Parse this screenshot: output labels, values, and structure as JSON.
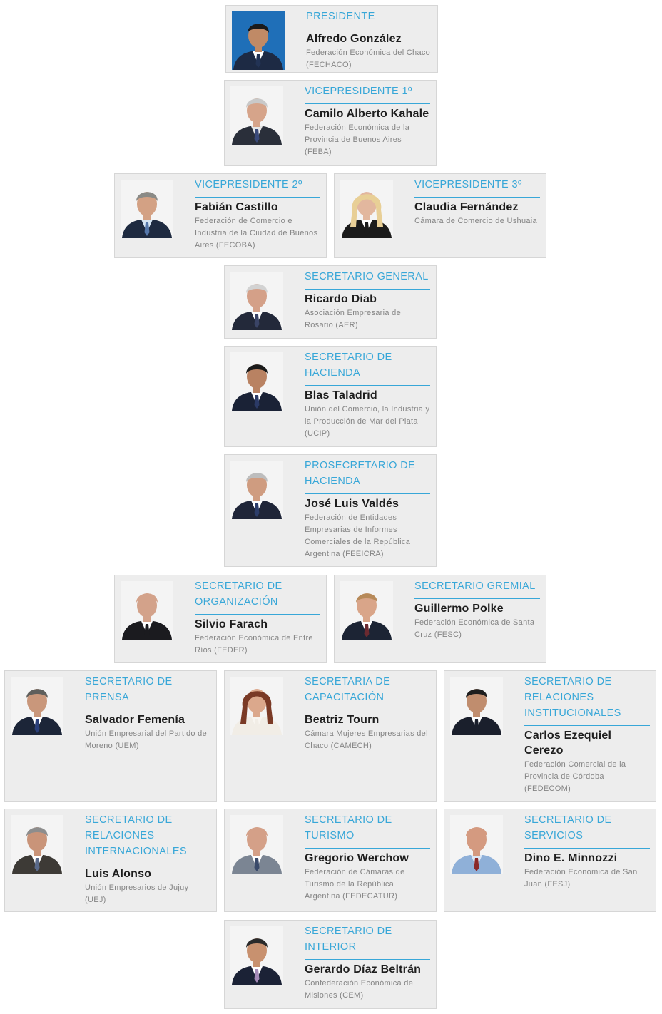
{
  "members": [
    {
      "role": "PRESIDENTE",
      "name": "Alfredo González",
      "org": "Federación Económica del Chaco (FECHACO)",
      "photo": {
        "bg": "#1f6fb8",
        "skin": "#c08a66",
        "hair": "#1a1a1a",
        "suit": "#1d2a44",
        "shirt": "#ffffff",
        "tie": "#223355"
      }
    },
    {
      "role": "VICEPRESIDENTE 1º",
      "name": "Camilo Alberto Kahale",
      "org": "Federación Económica de la Provincia de Buenos Aires (FEBA)",
      "photo": {
        "bg": "#f4f4f4",
        "skin": "#d6a48a",
        "hair": "#c9c9c9",
        "suit": "#2a2f3a",
        "shirt": "#e6e6e6",
        "tie": "#3a4a7a"
      }
    },
    {
      "role": "VICEPRESIDENTE 2º",
      "name": "Fabián Castillo",
      "org": "Federación de Comercio e Industria de la Ciudad de Buenos Aires (FECOBA)",
      "photo": {
        "bg": "#f4f4f4",
        "skin": "#d3a184",
        "hair": "#8a8a86",
        "suit": "#1e2a40",
        "shirt": "#d5e4f2",
        "tie": "#5577aa"
      }
    },
    {
      "role": "VICEPRESIDENTE 3º",
      "name": "Claudia Fernández",
      "org": "Cámara de Comercio de Ushuaia",
      "photo": {
        "bg": "#f4f4f4",
        "skin": "#e2b79e",
        "hair": "#e8cf96",
        "suit": "#1b1b1b",
        "shirt": "#ffffff",
        "tie": "#1b1b1b"
      }
    },
    {
      "role": "SECRETARIO GENERAL",
      "name": "Ricardo Diab",
      "org": "Asociación Empresaria de Rosario (AER)",
      "photo": {
        "bg": "#f4f4f4",
        "skin": "#d4a088",
        "hair": "#d2d2d2",
        "suit": "#23293a",
        "shirt": "#ffffff",
        "tie": "#3a4466"
      }
    },
    {
      "role": "SECRETARIO DE HACIENDA",
      "name": "Blas Taladrid",
      "org": "Unión del Comercio, la Industria y la Producción de Mar del Plata (UCIP)",
      "photo": {
        "bg": "#f4f4f4",
        "skin": "#b98262",
        "hair": "#1a1a1a",
        "suit": "#1a2236",
        "shirt": "#ffffff",
        "tie": "#2b3a66"
      }
    },
    {
      "role": "PROSECRETARIO DE HACIENDA",
      "name": "José Luis Valdés",
      "org": "Federación de Entidades Empresarias de Informes Comerciales de la República Argentina (FEEICRA)",
      "photo": {
        "bg": "#f4f4f4",
        "skin": "#cf9c80",
        "hair": "#bdbdbd",
        "suit": "#1f2538",
        "shirt": "#ffffff",
        "tie": "#2c3d6a"
      }
    },
    {
      "role": "SECRETARIO DE ORGANIZACIÓN",
      "name": "Silvio Farach",
      "org": "Federación Económica de Entre Ríos (FEDER)",
      "photo": {
        "bg": "#f4f4f4",
        "skin": "#d3a28a",
        "hair": "#d3a28a",
        "suit": "#1b1b1f",
        "shirt": "#ffffff",
        "tie": "#1b1b1f"
      }
    },
    {
      "role": "SECRETARIO GREMIAL",
      "name": "Guillermo Polke",
      "org": "Federación Económica de Santa Cruz (FESC)",
      "photo": {
        "bg": "#f4f4f4",
        "skin": "#d9a589",
        "hair": "#b78a5a",
        "suit": "#1c2434",
        "shirt": "#ffffff",
        "tie": "#6b2a30"
      }
    },
    {
      "role": "SECRETARIO DE PRENSA",
      "name": "Salvador Femenía",
      "org": "Unión Empresarial del Partido de Moreno (UEM)",
      "photo": {
        "bg": "#f4f4f4",
        "skin": "#c9977b",
        "hair": "#5f5f5c",
        "suit": "#1c2538",
        "shirt": "#ffffff",
        "tie": "#2a3f7a"
      }
    },
    {
      "role": "SECRETARIA DE CAPACITACIÓN",
      "name": "Beatriz Tourn",
      "org": "Cámara Mujeres Empresarias del Chaco (CAMECH)",
      "photo": {
        "bg": "#f4f4f4",
        "skin": "#dba88c",
        "hair": "#7a3a26",
        "suit": "#f1ede6",
        "shirt": "#f8f5f0",
        "tie": "#f1ede6"
      }
    },
    {
      "role": "SECRETARIO DE RELACIONES INSTITUCIONALES",
      "name": "Carlos Ezequiel Cerezo",
      "org": "Federación Comercial de la Provincia de Córdoba (FEDECOM)",
      "photo": {
        "bg": "#f4f4f4",
        "skin": "#c08d6e",
        "hair": "#1e1e1e",
        "suit": "#1a1f2c",
        "shirt": "#ffffff",
        "tie": "#1a1f2c"
      }
    },
    {
      "role": "SECRETARIO DE RELACIONES INTERNACIONALES",
      "name": "Luis Alonso",
      "org": "Unión Empresarios de Jujuy (UEJ)",
      "photo": {
        "bg": "#f4f4f4",
        "skin": "#c99479",
        "hair": "#8d8d8d",
        "suit": "#3d3a36",
        "shirt": "#ffffff",
        "tie": "#5a6a8a"
      }
    },
    {
      "role": "SECRETARIO DE TURISMO",
      "name": "Gregorio Werchow",
      "org": "Federación de Cámaras de Turismo de la República Argentina (FEDECATUR)",
      "photo": {
        "bg": "#f4f4f4",
        "skin": "#d4a088",
        "hair": "#d4a088",
        "suit": "#7b8593",
        "shirt": "#ffffff",
        "tie": "#3a4a6a"
      }
    },
    {
      "role": "SECRETARIO DE SERVICIOS",
      "name": "Dino E. Minnozzi",
      "org": "Federación Económica de San Juan (FESJ)",
      "photo": {
        "bg": "#f4f4f4",
        "skin": "#d49a80",
        "hair": "#d49a80",
        "suit": "#8fb0d8",
        "shirt": "#dce8f6",
        "tie": "#8a2a2a"
      }
    },
    {
      "role": "SECRETARIO DE INTERIOR",
      "name": "Gerardo Díaz Beltrán",
      "org": "Confederación Económica de Misiones (CEM)",
      "photo": {
        "bg": "#f4f4f4",
        "skin": "#c8916f",
        "hair": "#2a2a2a",
        "suit": "#1b2236",
        "shirt": "#ffffff",
        "tie": "#a58ab8"
      }
    }
  ]
}
